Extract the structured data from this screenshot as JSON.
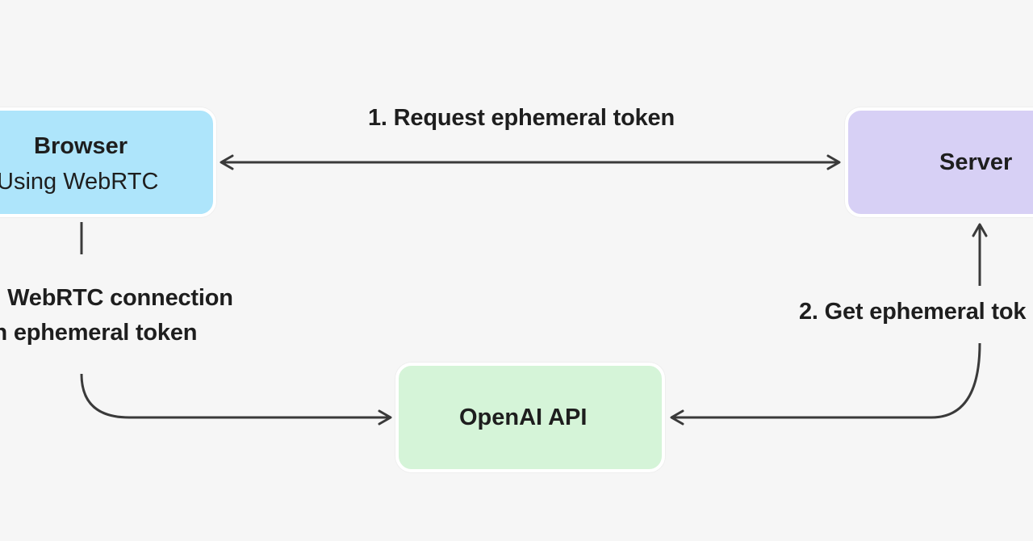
{
  "nodes": {
    "browser": {
      "title": "Browser",
      "subtitle": "Using WebRTC"
    },
    "server": {
      "title": "Server"
    },
    "api": {
      "title": "OpenAI API"
    }
  },
  "edges": {
    "request": {
      "label": "1. Request ephemeral token"
    },
    "get_token": {
      "label": "2. Get ephemeral tok"
    },
    "establish": {
      "line1": "ish WebRTC connection",
      "line2": "th ephemeral token"
    }
  },
  "colors": {
    "background": "#f6f6f6",
    "browser_fill": "#aee5fb",
    "server_fill": "#d7d0f5",
    "api_fill": "#d5f4d8",
    "connector": "#3a3a3a",
    "text": "#1e1e1e"
  }
}
